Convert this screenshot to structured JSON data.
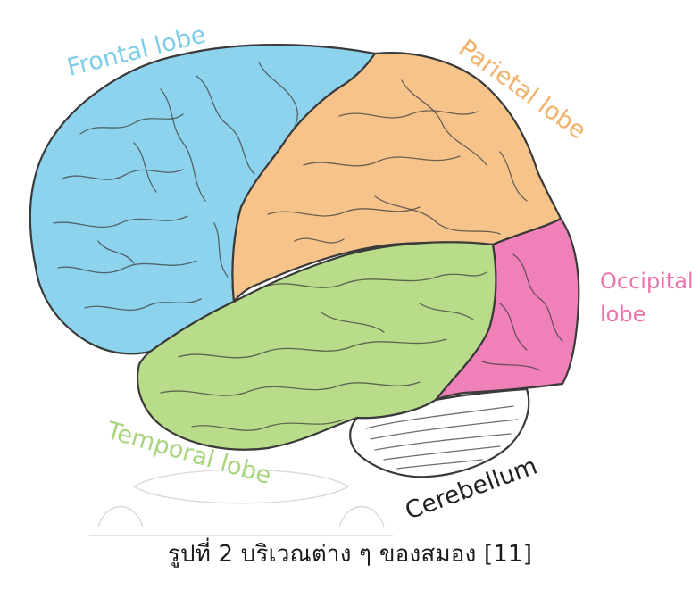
{
  "figure": {
    "labels": {
      "frontal": "Frontal lobe",
      "parietal": "Parietal lobe",
      "occipital_line1": "Occipital",
      "occipital_line2": "lobe",
      "temporal": "Temporal lobe",
      "cerebellum": "Cerebellum"
    },
    "colors": {
      "frontal": "#8ed3ee",
      "parietal": "#f6c48b",
      "temporal": "#b8dc8a",
      "occipital": "#ef80b8",
      "cerebellum": "#ffffff",
      "frontal_text": "#7fcde8",
      "parietal_text": "#f2b26a",
      "temporal_text": "#a9d57e",
      "occipital_text": "#ec74ad",
      "cerebellum_text": "#222222"
    }
  },
  "caption": {
    "text": "รูปที่ 2 บริเวณต่าง ๆ ของสมอง [11]"
  }
}
